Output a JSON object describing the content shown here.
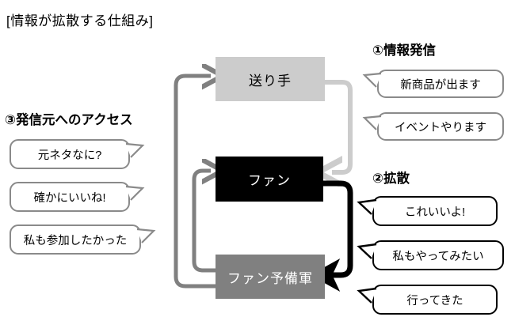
{
  "title": "[情報が拡散する仕組み]",
  "colors": {
    "sender_box": "#cccccc",
    "fan_box": "#000000",
    "prefan_box": "#808080",
    "arrow_gray": "#808080",
    "arrow_lightgray": "#cccccc",
    "arrow_black": "#000000",
    "bubble_gray_border": "#8a8a8a",
    "bubble_black_border": "#000000",
    "background": "#ffffff"
  },
  "boxes": {
    "sender": "送り手",
    "fan": "ファン",
    "prefan": "ファン予備軍"
  },
  "sections": {
    "one": "①情報発信",
    "two": "②拡散",
    "three": "③発信元へのアクセス"
  },
  "bubbles": {
    "access": [
      "元ネタなに?",
      "確かにいいね!",
      "私も参加したかった"
    ],
    "broadcast": [
      "新商品が出ます",
      "イベントやります"
    ],
    "spread": [
      "これいいよ!",
      "私もやってみたい",
      "行ってきた"
    ]
  },
  "arrows": {
    "sender_to_fan": "送り手 → ファン",
    "fan_to_prefan": "ファン → ファン予備軍",
    "prefan_to_fan": "ファン予備軍 → ファン",
    "prefan_to_sender": "ファン予備軍 → 送り手"
  }
}
